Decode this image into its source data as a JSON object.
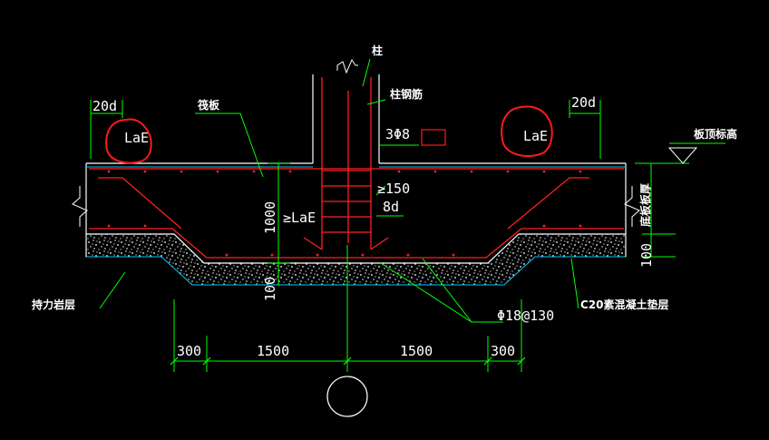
{
  "labels": {
    "column": "柱",
    "column_rebar": "柱钢筋",
    "raft": "筏板",
    "slab_top_elevation": "板顶标高",
    "bottom_slab_thickness": "底板板厚",
    "bearing_layer": "持力岩层",
    "cushion": "C20素混凝土垫层",
    "stirrups": "3Φ8",
    "anchor_left": "LaE",
    "anchor_right": "LaE",
    "anchor_mid": "≥LaE",
    "dev_left": "20d",
    "dev_right": "20d",
    "spacing_150": "≥150",
    "spacing_8d": "8d",
    "rebar_spec": "Φ18@130",
    "dim_1000": "1000",
    "dim_100_right": "100",
    "dim_100_bottom": "100"
  },
  "dimensions": [
    "300",
    "1500",
    "1500",
    "300"
  ],
  "colors": {
    "background": "#000000",
    "concrete": "#ffffff",
    "rebar": "#ff2020",
    "dimension": "#00ff00",
    "outline": "#ffffff",
    "cyan": "#00c8ff",
    "annotation": "#ffffff",
    "markup": "#ff1a1a"
  }
}
